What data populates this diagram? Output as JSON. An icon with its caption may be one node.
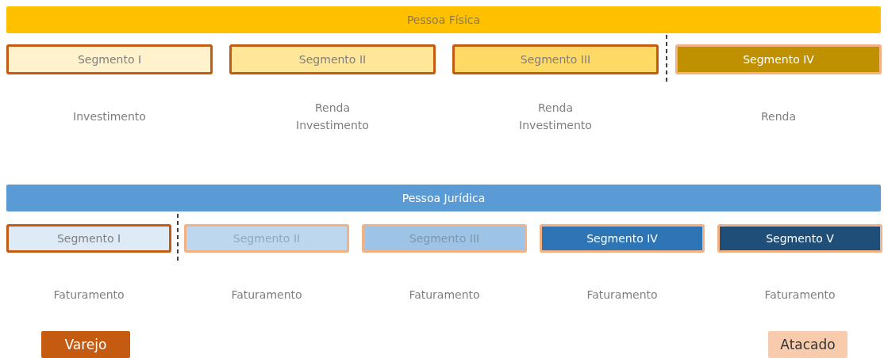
{
  "diagram": {
    "nodes": [
      {
        "text": [
          "Pessoa Física"
        ]
      },
      {
        "text": [
          "Segmento I"
        ],
        "beside": [
          "Investimento"
        ]
      },
      {
        "text": [
          "Segmento II"
        ],
        "beside": [
          "Renda Investimento"
        ]
      },
      {
        "text": [
          "Segmento III"
        ],
        "beside": [
          "Renda Investimento"
        ]
      },
      {
        "text": [
          "Segmento IV"
        ],
        "beside": [
          "Renda"
        ]
      },
      {
        "text": [
          "Pessoa Jurídica"
        ]
      },
      {
        "text": [
          "Segmento I"
        ],
        "beside": [
          "Faturamento"
        ]
      },
      {
        "text": [
          "Segmento II"
        ],
        "beside": [
          "Faturamento"
        ]
      },
      {
        "text": [
          "Segmento III"
        ],
        "beside": [
          "Faturamento"
        ]
      },
      {
        "text": [
          "Segmento IV"
        ],
        "beside": [
          "Faturamento"
        ]
      },
      {
        "text": [
          "Segmento V"
        ],
        "beside": [
          "Faturamento"
        ]
      },
      {
        "text": [
          "Varejo"
        ]
      },
      {
        "text": [
          "Atacado"
        ]
      }
    ],
    "edges": []
  }
}
